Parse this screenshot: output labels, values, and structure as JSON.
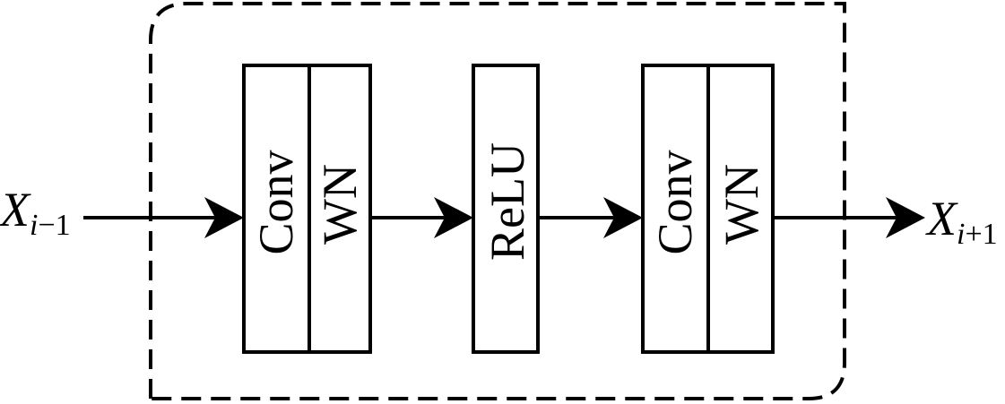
{
  "diagram": {
    "input": {
      "symbol": "X",
      "subscript_var": "i",
      "subscript_rest": "−1"
    },
    "output": {
      "symbol": "X",
      "subscript_var": "i",
      "subscript_rest": "+1"
    },
    "blocks": [
      {
        "label": "Conv"
      },
      {
        "label": "WN"
      },
      {
        "label": "ReLU"
      },
      {
        "label": "Conv"
      },
      {
        "label": "WN"
      }
    ]
  }
}
